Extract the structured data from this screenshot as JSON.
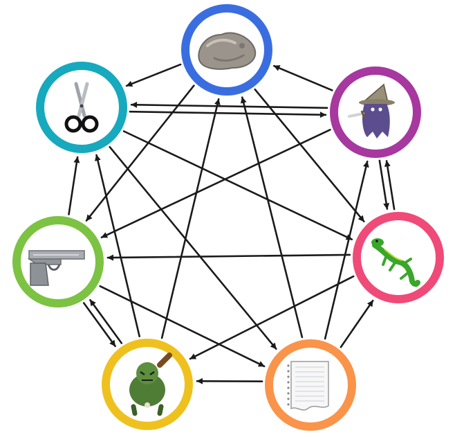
{
  "diagram": {
    "nodes": [
      {
        "id": "rock",
        "ring_color": "#3a6ee0",
        "icon": "rock-icon"
      },
      {
        "id": "wizard",
        "ring_color": "#a7389f",
        "icon": "wizard-icon"
      },
      {
        "id": "lizard",
        "ring_color": "#f04a78",
        "icon": "lizard-icon"
      },
      {
        "id": "paper",
        "ring_color": "#f9944a",
        "icon": "paper-icon"
      },
      {
        "id": "troll",
        "ring_color": "#efc11f",
        "icon": "troll-icon"
      },
      {
        "id": "gun",
        "ring_color": "#7cc243",
        "icon": "gun-icon"
      },
      {
        "id": "scissors",
        "ring_color": "#17a9bd",
        "icon": "scissors-icon"
      }
    ],
    "edges": [
      {
        "from": "rock",
        "to": "scissors"
      },
      {
        "from": "wizard",
        "to": "rock"
      },
      {
        "from": "wizard",
        "to": "scissors"
      },
      {
        "from": "lizard",
        "to": "wizard"
      },
      {
        "from": "paper",
        "to": "lizard"
      },
      {
        "from": "paper",
        "to": "troll"
      },
      {
        "from": "troll",
        "to": "gun"
      },
      {
        "from": "gun",
        "to": "scissors"
      },
      {
        "from": "scissors",
        "to": "lizard"
      },
      {
        "from": "rock",
        "to": "lizard"
      },
      {
        "from": "wizard",
        "to": "gun"
      },
      {
        "from": "lizard",
        "to": "troll"
      },
      {
        "from": "paper",
        "to": "rock"
      },
      {
        "from": "troll",
        "to": "scissors"
      },
      {
        "from": "gun",
        "to": "paper"
      },
      {
        "from": "scissors",
        "to": "paper"
      },
      {
        "from": "rock",
        "to": "gun"
      },
      {
        "from": "wizard",
        "to": "lizard"
      },
      {
        "from": "lizard",
        "to": "gun"
      },
      {
        "from": "paper",
        "to": "wizard"
      },
      {
        "from": "troll",
        "to": "rock"
      },
      {
        "from": "gun",
        "to": "troll"
      },
      {
        "from": "scissors",
        "to": "wizard"
      }
    ],
    "colors": {
      "arrow": "#1a1a1a",
      "node_fill": "#ffffff"
    }
  }
}
